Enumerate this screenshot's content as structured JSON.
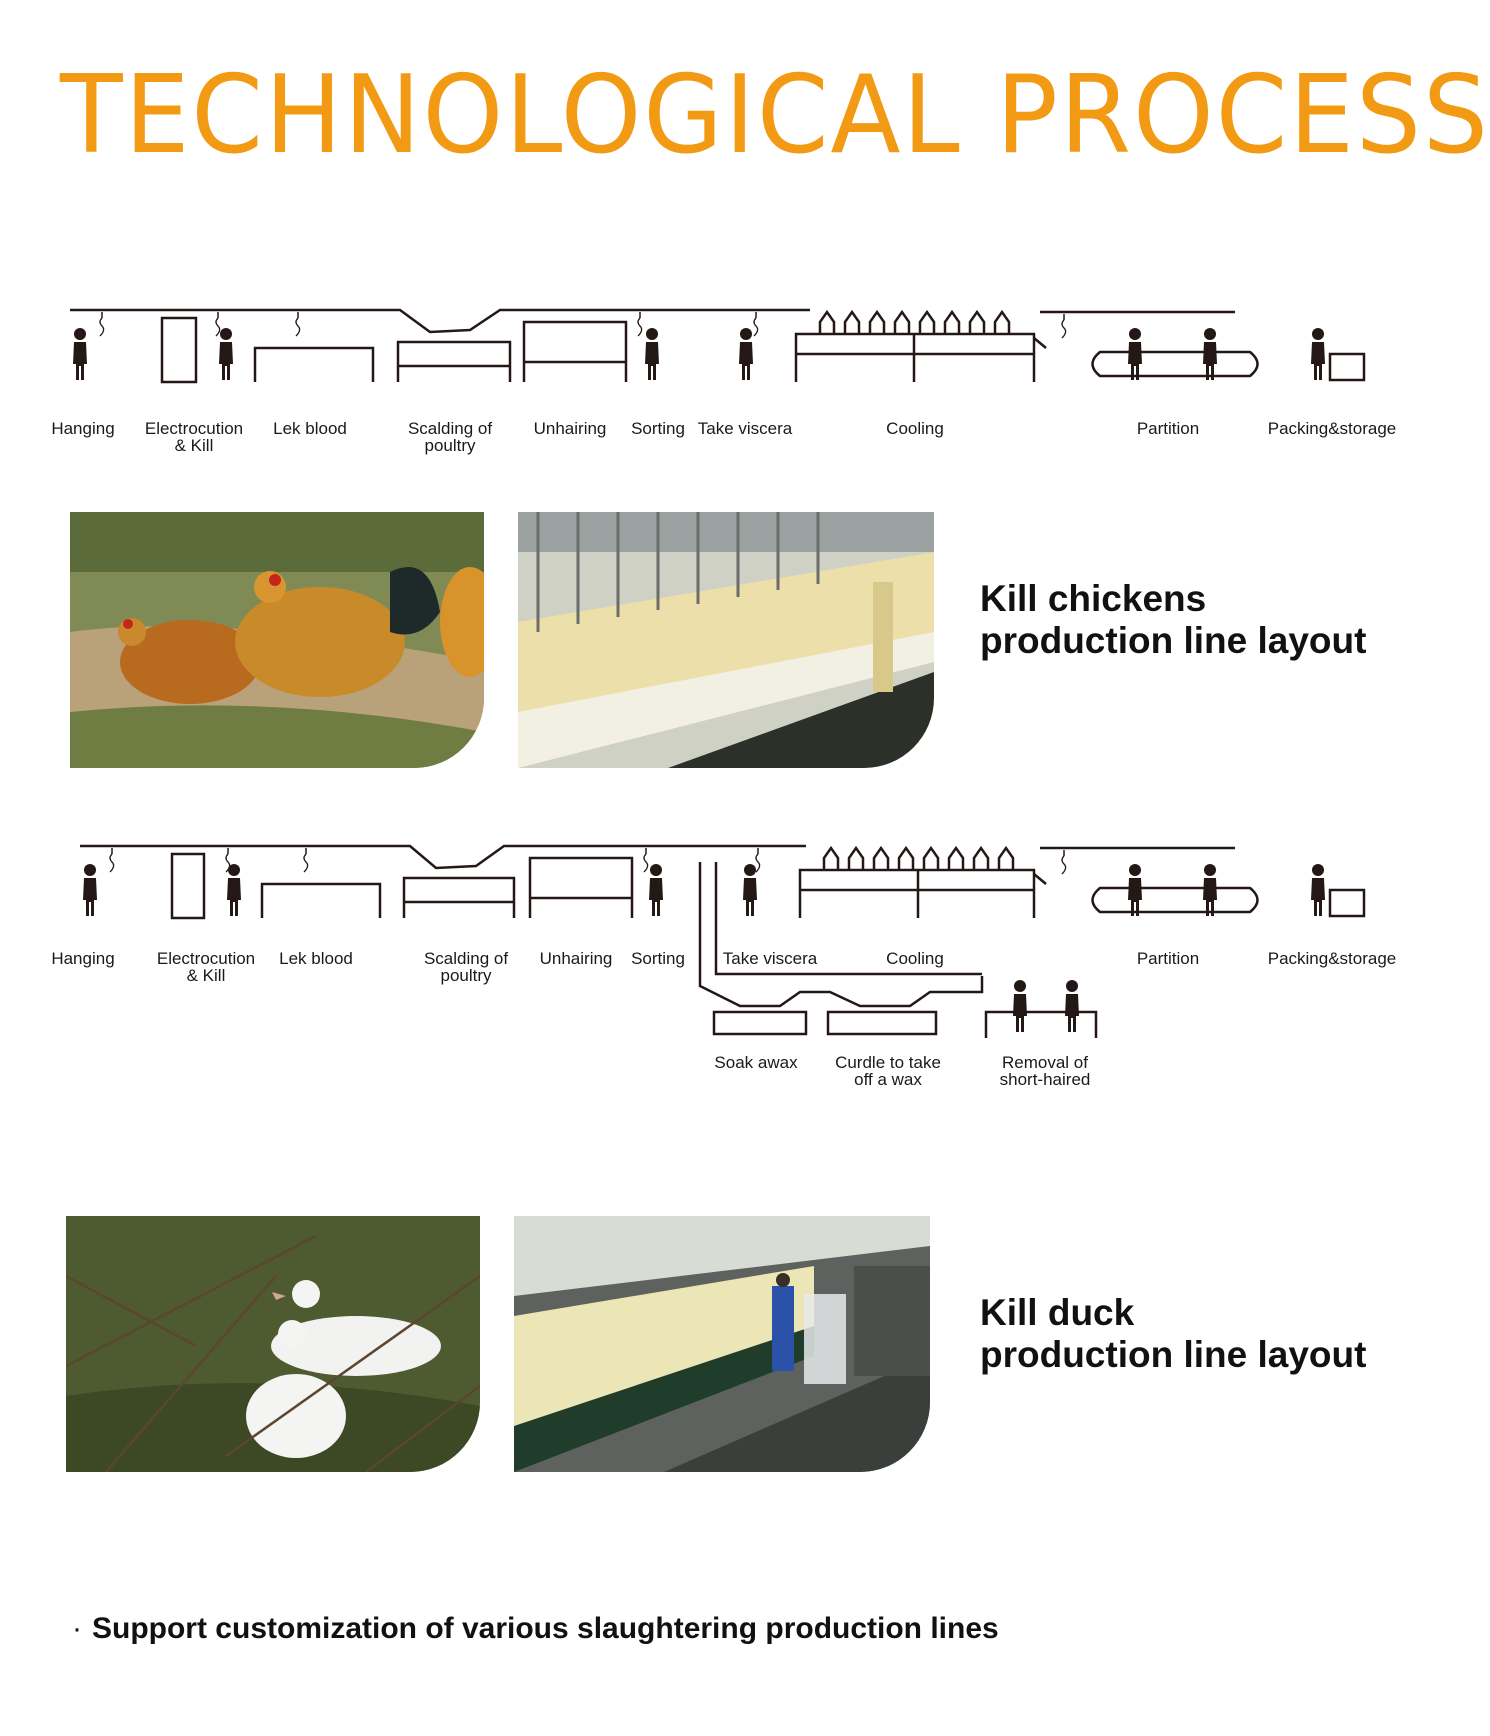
{
  "title": "TECHNOLOGICAL PROCESS",
  "chicken_line": {
    "labels": [
      "Hanging",
      "Electrocution\n& Kill",
      "Lek blood",
      "Scalding of\npoultry",
      "Unhairing",
      "Sorting",
      "Take viscera",
      "Cooling",
      "Partition",
      "Packing&storage"
    ],
    "heading_line1": "Kill chickens",
    "heading_line2": "production line layout"
  },
  "duck_line": {
    "labels": [
      "Hanging",
      "Electrocution\n& Kill",
      "Lek blood",
      "Scalding of\npoultry",
      "Unhairing",
      "Sorting",
      "Take viscera",
      "Cooling",
      "Partition",
      "Packing&storage"
    ],
    "branch_labels": [
      "Soak awax",
      "Curdle to take\noff a wax",
      "Removal of\nshort-haired"
    ],
    "heading_line1": "Kill duck",
    "heading_line2": "production line layout"
  },
  "photos": {
    "chicken_farm": "chickens",
    "chicken_line": "chicken slaughter line",
    "duck_pond": "white ducks",
    "duck_line": "duck slaughter line"
  },
  "footer": {
    "bullet": "·",
    "text": "Support customization of various slaughtering production lines"
  },
  "colors": {
    "accent": "#f39a15",
    "line": "#231815"
  }
}
